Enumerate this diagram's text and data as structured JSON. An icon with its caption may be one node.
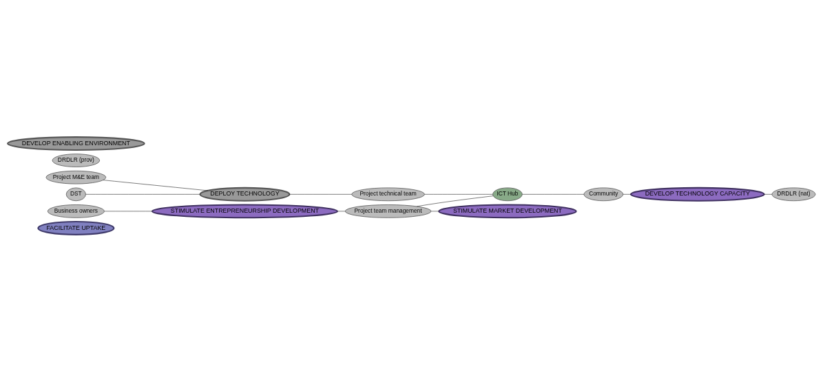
{
  "diagram": {
    "nodes": [
      {
        "text": [
          "FACILITATE UPTAKE"
        ]
      },
      {
        "text": [
          "Project M&E team"
        ]
      },
      {
        "text": [
          "DST"
        ]
      },
      {
        "text": [
          "DEPLOY TECHNOLOGY"
        ]
      },
      {
        "text": [
          "Business owners"
        ]
      },
      {
        "text": [
          "Project technical team"
        ]
      },
      {
        "text": [
          "DRDLR (nat)"
        ]
      },
      {
        "text": [
          "ICT Hub"
        ]
      },
      {
        "text": [
          "STIMULATE ENTREPRENEURSHIP DEVELOPMENT"
        ]
      },
      {
        "text": [
          "DRDLR (prov)"
        ]
      },
      {
        "text": [
          "Project team management"
        ]
      },
      {
        "text": [
          "Community"
        ]
      },
      {
        "text": [
          "DEVELOP TECHNOLOGY CAPACITY"
        ]
      },
      {
        "text": [
          "DEVELOP ENABLING ENVIRONMENT"
        ]
      },
      {
        "text": [
          "STIMULATE MARKET DEVELOPMENT"
        ]
      }
    ],
    "edges": [
      {
        "from": 1,
        "to": 3,
        "arrow": "none"
      },
      {
        "from": 2,
        "to": 3,
        "arrow": "none"
      },
      {
        "from": 3,
        "to": 5,
        "arrow": "none"
      },
      {
        "from": 5,
        "to": 7,
        "arrow": "none"
      },
      {
        "from": 4,
        "to": 8,
        "arrow": "none"
      },
      {
        "from": 8,
        "to": 10,
        "arrow": "none"
      },
      {
        "from": 10,
        "to": 7,
        "arrow": "none"
      },
      {
        "from": 10,
        "to": 14,
        "arrow": "none"
      },
      {
        "from": 7,
        "to": 11,
        "arrow": "none"
      },
      {
        "from": 11,
        "to": 12,
        "arrow": "none"
      },
      {
        "from": 12,
        "to": 6,
        "arrow": "none"
      }
    ]
  }
}
